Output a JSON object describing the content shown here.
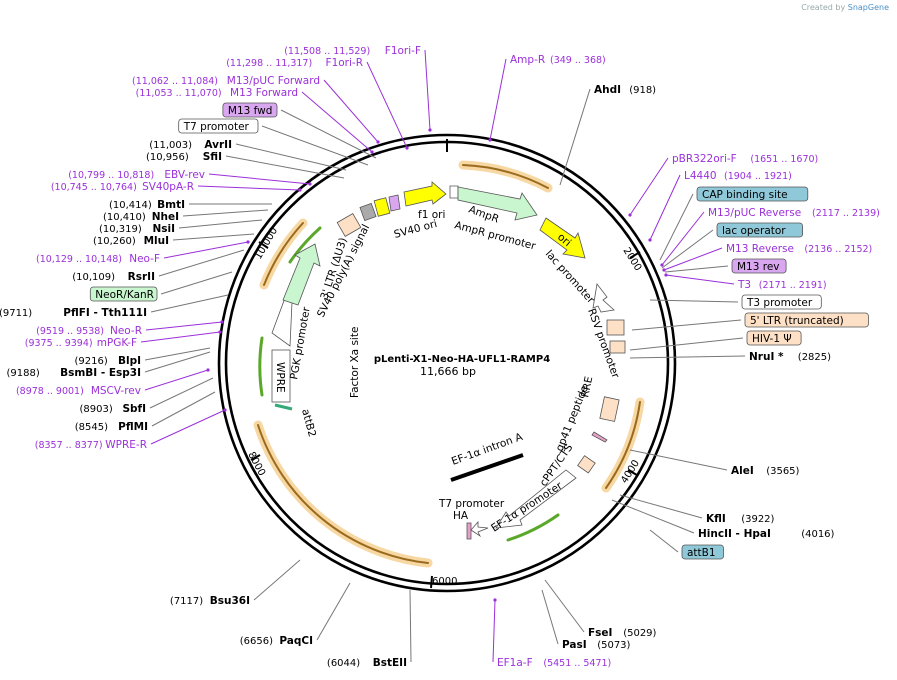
{
  "credit": {
    "prefix": "Created by",
    "brand": "SnapGene"
  },
  "plasmid": {
    "name": "pLenti-X1-Neo-HA-UFL1-RAMP4",
    "length": "11,666 bp"
  },
  "ticks": [
    "2000",
    "4000",
    "6000",
    "8000",
    "10,000"
  ],
  "features_inner": [
    "f1 ori",
    "AmpR",
    "AmpR promoter",
    "ori",
    "lac promoter",
    "RSV promoter",
    "RRE",
    "gp41 peptide",
    "cPPT/CTS",
    "EF-1α intron A",
    "EF-1α promoter",
    "T7 promoter",
    "HA",
    "attB2",
    "WPRE",
    "PGK promoter",
    "Factor Xa site",
    "3' LTR (ΔU3)",
    "SV40 poly(A) signal",
    "SV40 ori"
  ],
  "left_labels": [
    {
      "coord": "(11,508 .. 11,529)",
      "name": "F1ori-F",
      "kind": "primer"
    },
    {
      "coord": "(11,298 .. 11,317)",
      "name": "F1ori-R",
      "kind": "primer"
    },
    {
      "coord": "(11,062 .. 11,084)",
      "name": "M13/pUC Forward",
      "kind": "primer"
    },
    {
      "coord": "(11,053 .. 11,070)",
      "name": "M13 Forward",
      "kind": "primer"
    },
    {
      "coord": "",
      "name": "M13 fwd",
      "kind": "box-purple"
    },
    {
      "coord": "",
      "name": "T7 promoter",
      "kind": "box-white"
    },
    {
      "coord": "(11,003)",
      "name": "AvrII",
      "kind": "site"
    },
    {
      "coord": "(10,956)",
      "name": "SfiI",
      "kind": "site"
    },
    {
      "coord": "(10,799 .. 10,818)",
      "name": "EBV-rev",
      "kind": "primer"
    },
    {
      "coord": "(10,745 .. 10,764)",
      "name": "SV40pA-R",
      "kind": "primer"
    },
    {
      "coord": "(10,414)",
      "name": "BmtI",
      "kind": "site"
    },
    {
      "coord": "(10,410)",
      "name": "NheI",
      "kind": "site"
    },
    {
      "coord": "(10,319)",
      "name": "NsiI",
      "kind": "site"
    },
    {
      "coord": "(10,260)",
      "name": "MluI",
      "kind": "site"
    },
    {
      "coord": "(10,129 .. 10,148)",
      "name": "Neo-F",
      "kind": "primer"
    },
    {
      "coord": "(10,109)",
      "name": "RsrII",
      "kind": "site"
    },
    {
      "coord": "",
      "name": "NeoR/KanR",
      "kind": "box-green"
    },
    {
      "coord": "(9711)",
      "name": "PflFI  - Tth111I",
      "kind": "site"
    },
    {
      "coord": "(9519 .. 9538)",
      "name": "Neo-R",
      "kind": "primer"
    },
    {
      "coord": "(9375 .. 9394)",
      "name": "mPGK-F",
      "kind": "primer"
    },
    {
      "coord": "(9216)",
      "name": "BlpI",
      "kind": "site"
    },
    {
      "coord": "(9188)",
      "name": "BsmBI  - Esp3I",
      "kind": "site"
    },
    {
      "coord": "(8978 .. 9001)",
      "name": "MSCV-rev",
      "kind": "primer"
    },
    {
      "coord": "(8903)",
      "name": "SbfI",
      "kind": "site"
    },
    {
      "coord": "(8545)",
      "name": "PflMI",
      "kind": "site"
    },
    {
      "coord": "(8357 .. 8377)",
      "name": "WPRE-R",
      "kind": "primer"
    },
    {
      "coord": "(7117)",
      "name": "Bsu36I",
      "kind": "site"
    },
    {
      "coord": "(6656)",
      "name": "PaqCI",
      "kind": "site"
    },
    {
      "coord": "(6044)",
      "name": "BstEII",
      "kind": "site"
    }
  ],
  "right_labels": [
    {
      "coord": "(349 .. 368)",
      "name": "Amp-R",
      "kind": "primer"
    },
    {
      "coord": "(918)",
      "name": "AhdI",
      "kind": "site"
    },
    {
      "coord": "(1651 .. 1670)",
      "name": "pBR322ori-F",
      "kind": "primer"
    },
    {
      "coord": "(1904 .. 1921)",
      "name": "L4440",
      "kind": "primer"
    },
    {
      "coord": "",
      "name": "CAP binding site",
      "kind": "box-blue"
    },
    {
      "coord": "(2117 .. 2139)",
      "name": "M13/pUC Reverse",
      "kind": "primer"
    },
    {
      "coord": "",
      "name": "lac operator",
      "kind": "box-blue"
    },
    {
      "coord": "(2136 .. 2152)",
      "name": "M13 Reverse",
      "kind": "primer"
    },
    {
      "coord": "",
      "name": "M13 rev",
      "kind": "box-purple"
    },
    {
      "coord": "(2171 .. 2191)",
      "name": "T3",
      "kind": "primer"
    },
    {
      "coord": "",
      "name": "T3 promoter",
      "kind": "box-white"
    },
    {
      "coord": "",
      "name": "5' LTR (truncated)",
      "kind": "box-peach"
    },
    {
      "coord": "",
      "name": "HIV-1 Ψ",
      "kind": "box-peach"
    },
    {
      "coord": "(2825)",
      "name": "NruI *",
      "kind": "site"
    },
    {
      "coord": "(3565)",
      "name": "AleI",
      "kind": "site"
    },
    {
      "coord": "(3922)",
      "name": "KflI",
      "kind": "site"
    },
    {
      "coord": "(4016)",
      "name": "HincII  - HpaI",
      "kind": "site"
    },
    {
      "coord": "",
      "name": "attB1",
      "kind": "box-blue"
    },
    {
      "coord": "(5029)",
      "name": "FseI",
      "kind": "site"
    },
    {
      "coord": "(5073)",
      "name": "PasI",
      "kind": "site"
    },
    {
      "coord": "(5451 .. 5471)",
      "name": "EF1a-F",
      "kind": "primer"
    }
  ],
  "colors": {
    "primer": "#9b30d9",
    "orf_orange": "#f2a93b",
    "green_feature": "#c9f5cf",
    "yellow_feature": "#ffff00",
    "peach_feature": "#fde0c5",
    "blue_box": "#8fc8d8",
    "purple_box": "#d9a7f0",
    "green_box": "#c9f5cf"
  }
}
